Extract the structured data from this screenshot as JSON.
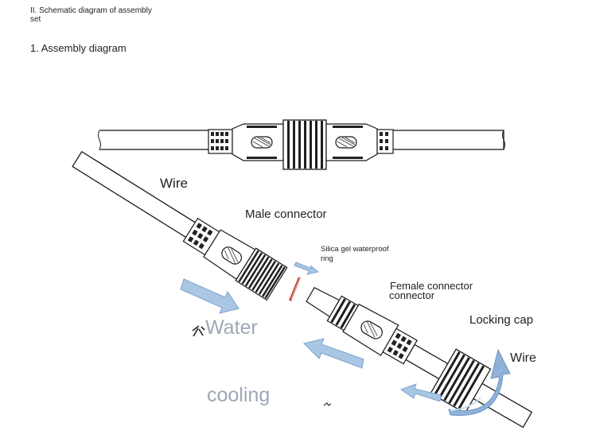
{
  "header": {
    "line1": "II. Schematic diagram of assembly",
    "line2": "set"
  },
  "subtitle": "1. Assembly diagram",
  "labels": {
    "wire_top": "Wire",
    "male_connector": "Male connector",
    "silica_line1": "Silica gel waterproof",
    "silica_line2": "ring",
    "female_line1": "Female connector",
    "female_line2": "connector",
    "locking_cap": "Locking cap",
    "wire_bottom": "Wire",
    "water": "Water",
    "cooling": "cooling"
  },
  "colors": {
    "arrow_fill": "#a9c6e4",
    "arrow_stroke": "#7fa4cc",
    "line": "#1a1a1a",
    "ring": "#c0392b"
  }
}
